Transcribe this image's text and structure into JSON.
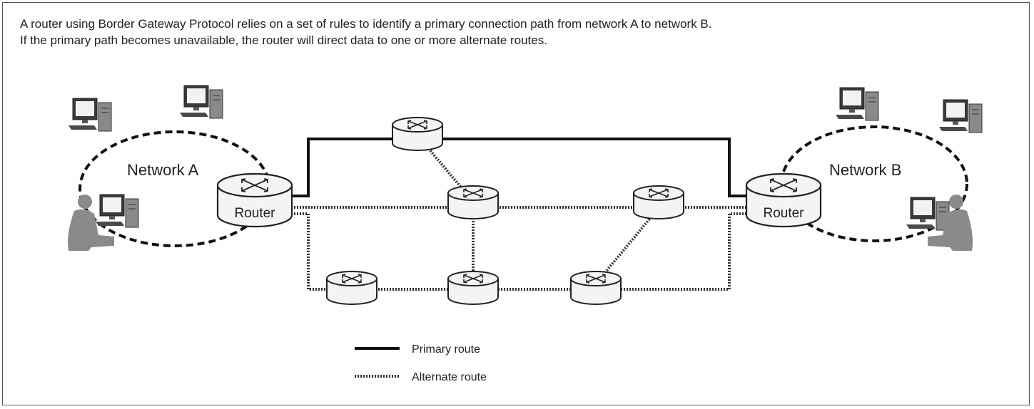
{
  "caption": {
    "line1": "A router using Border Gateway Protocol relies on a set of rules to identify a primary connection path from network A to network B.",
    "line2": "If the primary path becomes unavailable, the router will direct data to one or more alternate routes."
  },
  "networks": {
    "a_label": "Network A",
    "b_label": "Network B"
  },
  "routers": {
    "a_label": "Router",
    "b_label": "Router"
  },
  "legend": {
    "primary": "Primary route",
    "alternate": "Alternate route"
  }
}
